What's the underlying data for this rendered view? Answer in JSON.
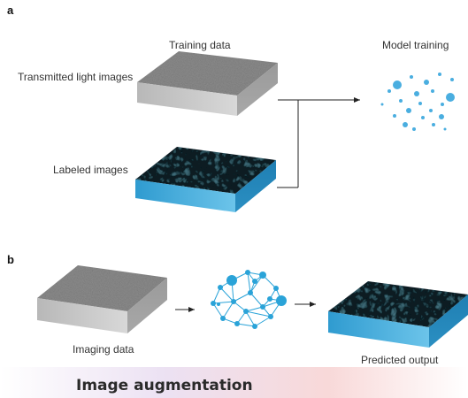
{
  "panel_a": {
    "letter": "a",
    "training_data_label": "Training data",
    "transmitted_label": "Transmitted light images",
    "labeled_label": "Labeled images",
    "model_training_label": "Model training"
  },
  "panel_b": {
    "letter": "b",
    "imaging_data_label": "Imaging data",
    "predicted_output_label": "Predicted output"
  },
  "footer": {
    "title": "Image augmentation"
  },
  "colors": {
    "gray_top": "#8f8f8f",
    "blue_side": "#3ea7d6",
    "dark_top": "#0d1a24",
    "dot_blue": "#4aaee0",
    "network_blue": "#2aa3d8"
  }
}
